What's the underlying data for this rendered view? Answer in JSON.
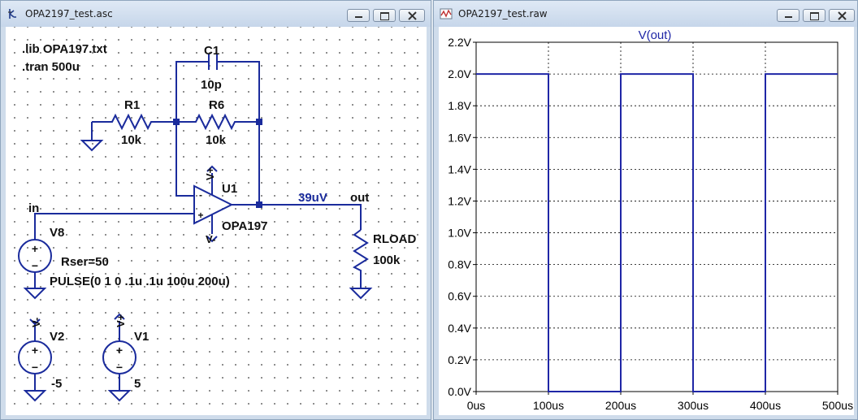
{
  "schematic_window": {
    "title": "OPA2197_test.asc",
    "directives": [
      ".lib OPA197.txt",
      ".tran 500u"
    ],
    "components": {
      "c1": {
        "name": "C1",
        "value": "10p"
      },
      "r1": {
        "name": "R1",
        "value": "10k"
      },
      "r6": {
        "name": "R6",
        "value": "10k"
      },
      "u1": {
        "name": "U1",
        "value": "OPA197"
      },
      "v8": {
        "name": "V8",
        "rser": "Rser=50",
        "value": "PULSE(0 1 0 .1u .1u 100u 200u)"
      },
      "rload": {
        "name": "RLOAD",
        "value": "100k"
      },
      "v2": {
        "name": "V2",
        "value": "-5",
        "net": "V-"
      },
      "v1": {
        "name": "V1",
        "value": "5",
        "net": "V+"
      }
    },
    "opamp_supply_labels": {
      "plus": "V+",
      "minus": "V-"
    },
    "opamp_pins": {
      "inv": "-",
      "noninv": "+"
    },
    "net_labels": {
      "input": "in",
      "output": "out",
      "probe_value": "39uV"
    },
    "source_polarity": {
      "plus": "+",
      "minus": "−"
    }
  },
  "waveform_window": {
    "title": "OPA2197_test.raw",
    "trace_label": "V(out)",
    "y_tick_labels": [
      "0.0V",
      "0.2V",
      "0.4V",
      "0.6V",
      "0.8V",
      "1.0V",
      "1.2V",
      "1.4V",
      "1.6V",
      "1.8V",
      "2.0V",
      "2.2V"
    ],
    "x_tick_labels": [
      "0us",
      "100us",
      "200us",
      "300us",
      "400us",
      "500us"
    ],
    "trace_color": "#1f26a6",
    "grid": "dotted"
  },
  "chart_data": {
    "type": "line",
    "title": "V(out)",
    "xlabel": "",
    "ylabel": "",
    "xlim": [
      0,
      500
    ],
    "ylim": [
      0,
      2.2
    ],
    "series": [
      {
        "name": "V(out)",
        "x": [
          0,
          100,
          100,
          200,
          200,
          300,
          300,
          400,
          400,
          500
        ],
        "y": [
          2.0,
          2.0,
          0.0,
          0.0,
          2.0,
          2.0,
          0.0,
          0.0,
          2.0,
          2.0
        ]
      }
    ]
  }
}
